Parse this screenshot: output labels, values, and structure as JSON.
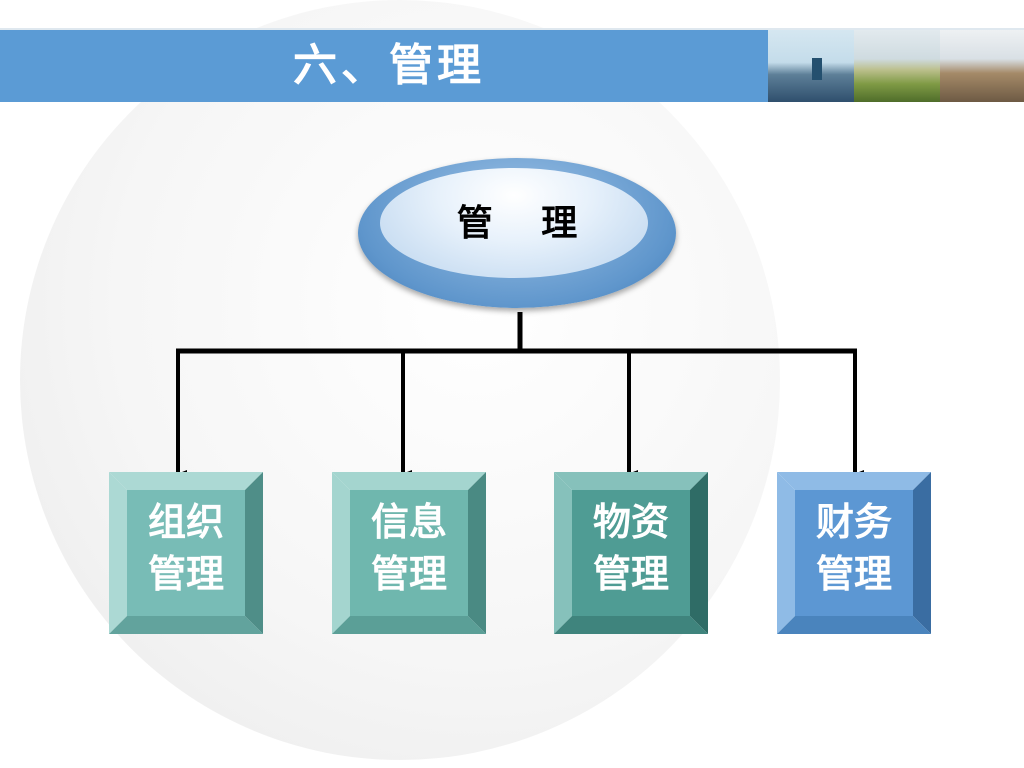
{
  "header": {
    "title": "六、管理"
  },
  "diagram": {
    "root": {
      "label": "管 理"
    },
    "children": [
      {
        "line1": "组织",
        "line2": "管理",
        "face": "#78bcb6",
        "light": "#acd9d4",
        "dark": "#4f8e88",
        "side": "#62a39d"
      },
      {
        "line1": "信息",
        "line2": "管理",
        "face": "#6fb7ae",
        "light": "#a4d5cf",
        "dark": "#4a8a83",
        "side": "#5b9f97"
      },
      {
        "line1": "物资",
        "line2": "管理",
        "face": "#4f9c94",
        "light": "#86c1bb",
        "dark": "#2f6c66",
        "side": "#3f847d"
      },
      {
        "line1": "财务",
        "line2": "管理",
        "face": "#5c97d3",
        "light": "#8fbbe6",
        "dark": "#3a6da2",
        "side": "#4a84bd"
      }
    ]
  },
  "colors": {
    "header_bar": "#5b9bd5",
    "root_fill": "#5f96cc",
    "connector": "#000000"
  }
}
